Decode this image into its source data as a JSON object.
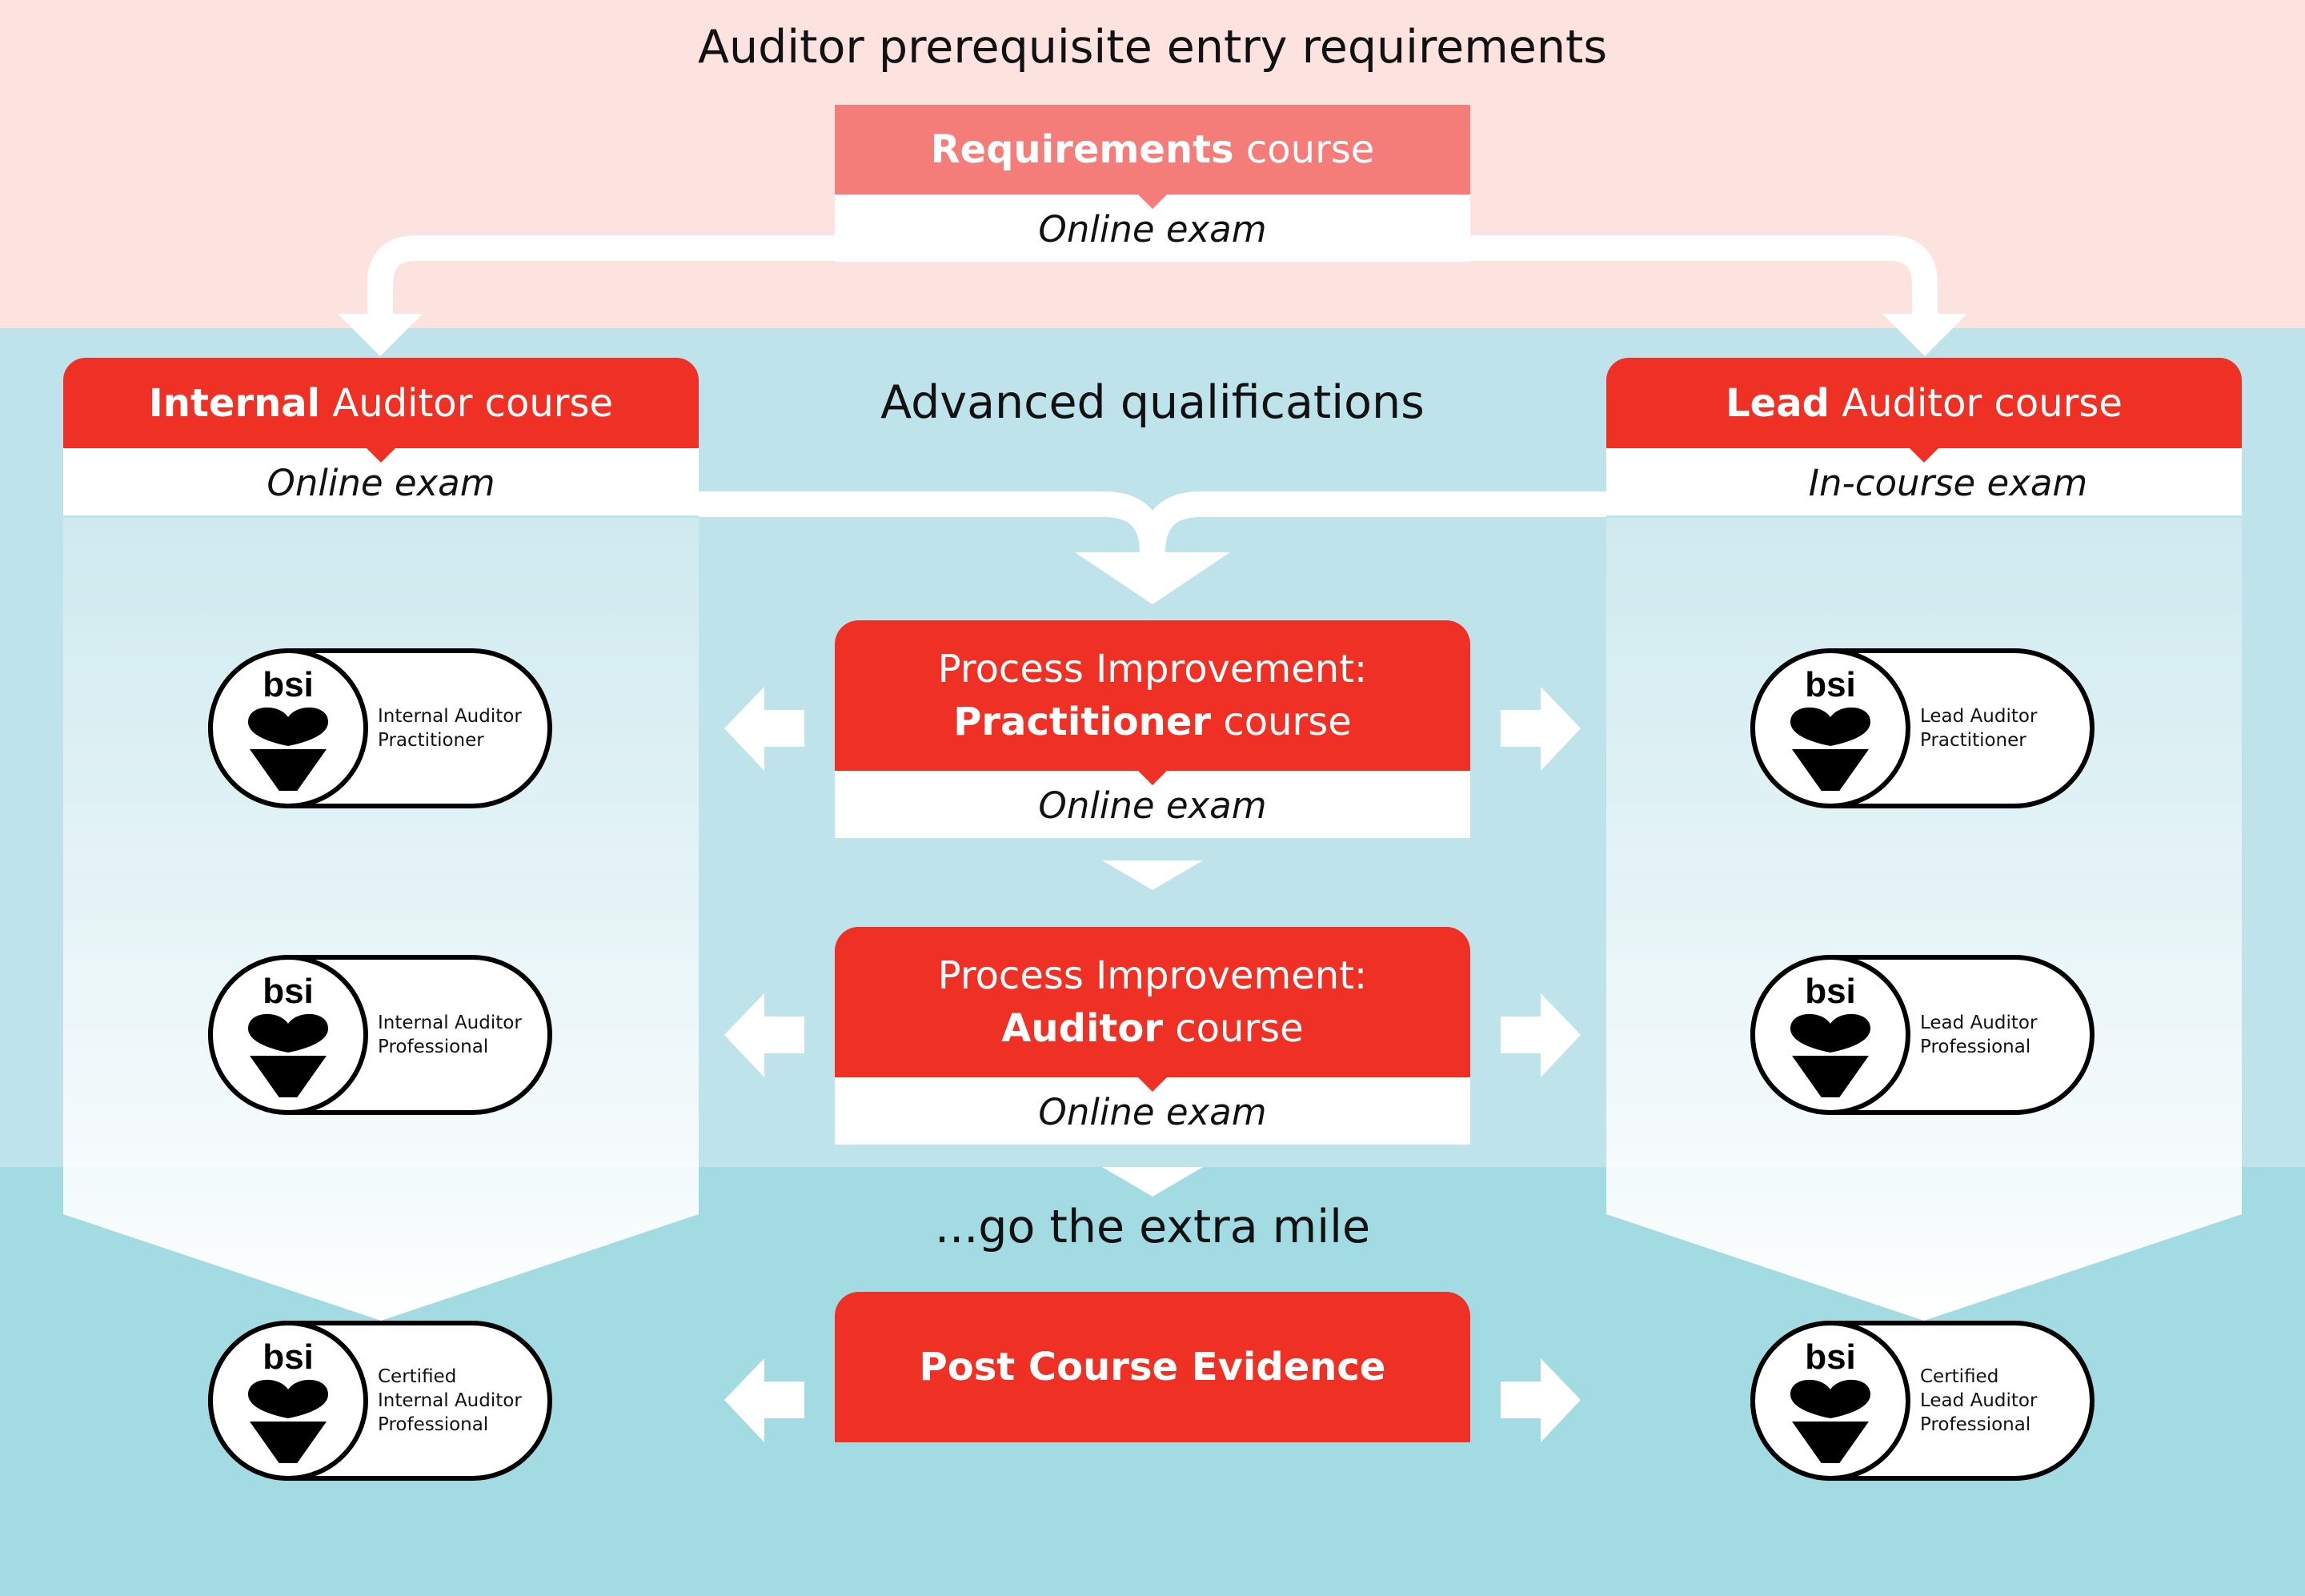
{
  "title": "Auditor prerequisite entry requirements",
  "advanced_heading": "Advanced qualifications",
  "extra_heading": "...go the extra mile",
  "requirements": {
    "bold": "Requirements",
    "rest": " course",
    "exam": "Online exam"
  },
  "internal": {
    "bold": "Internal",
    "rest": " Auditor course",
    "exam": "Online exam"
  },
  "lead": {
    "bold": "Lead",
    "rest": " Auditor course",
    "exam": "In-course exam"
  },
  "practitioner": {
    "line1": "Process Improvement:",
    "bold": "Practitioner",
    "rest": " course",
    "exam": "Online exam"
  },
  "auditor": {
    "line1": "Process Improvement:",
    "bold": "Auditor",
    "rest": " course",
    "exam": "Online exam"
  },
  "post_course": {
    "label": "Post Course Evidence"
  },
  "badges": {
    "internal_practitioner": {
      "logo": "bsi",
      "lines": [
        "Internal Auditor",
        "Practitioner"
      ]
    },
    "internal_professional": {
      "logo": "bsi",
      "lines": [
        "Internal Auditor",
        "Professional"
      ]
    },
    "internal_certified": {
      "logo": "bsi",
      "lines": [
        "Certified",
        "Internal Auditor",
        "Professional"
      ]
    },
    "lead_practitioner": {
      "logo": "bsi",
      "lines": [
        "Lead Auditor",
        "Practitioner"
      ]
    },
    "lead_professional": {
      "logo": "bsi",
      "lines": [
        "Lead Auditor",
        "Professional"
      ]
    },
    "lead_certified": {
      "logo": "bsi",
      "lines": [
        "Certified",
        "Lead Auditor",
        "Professional"
      ]
    }
  },
  "colors": {
    "top_band": "#fde3e0",
    "mid_band": "#bfe3ea",
    "bottom_band": "#a3dbe3",
    "course_red": "#ee3124",
    "requirements_pink": "#f47c79",
    "white": "#ffffff"
  }
}
